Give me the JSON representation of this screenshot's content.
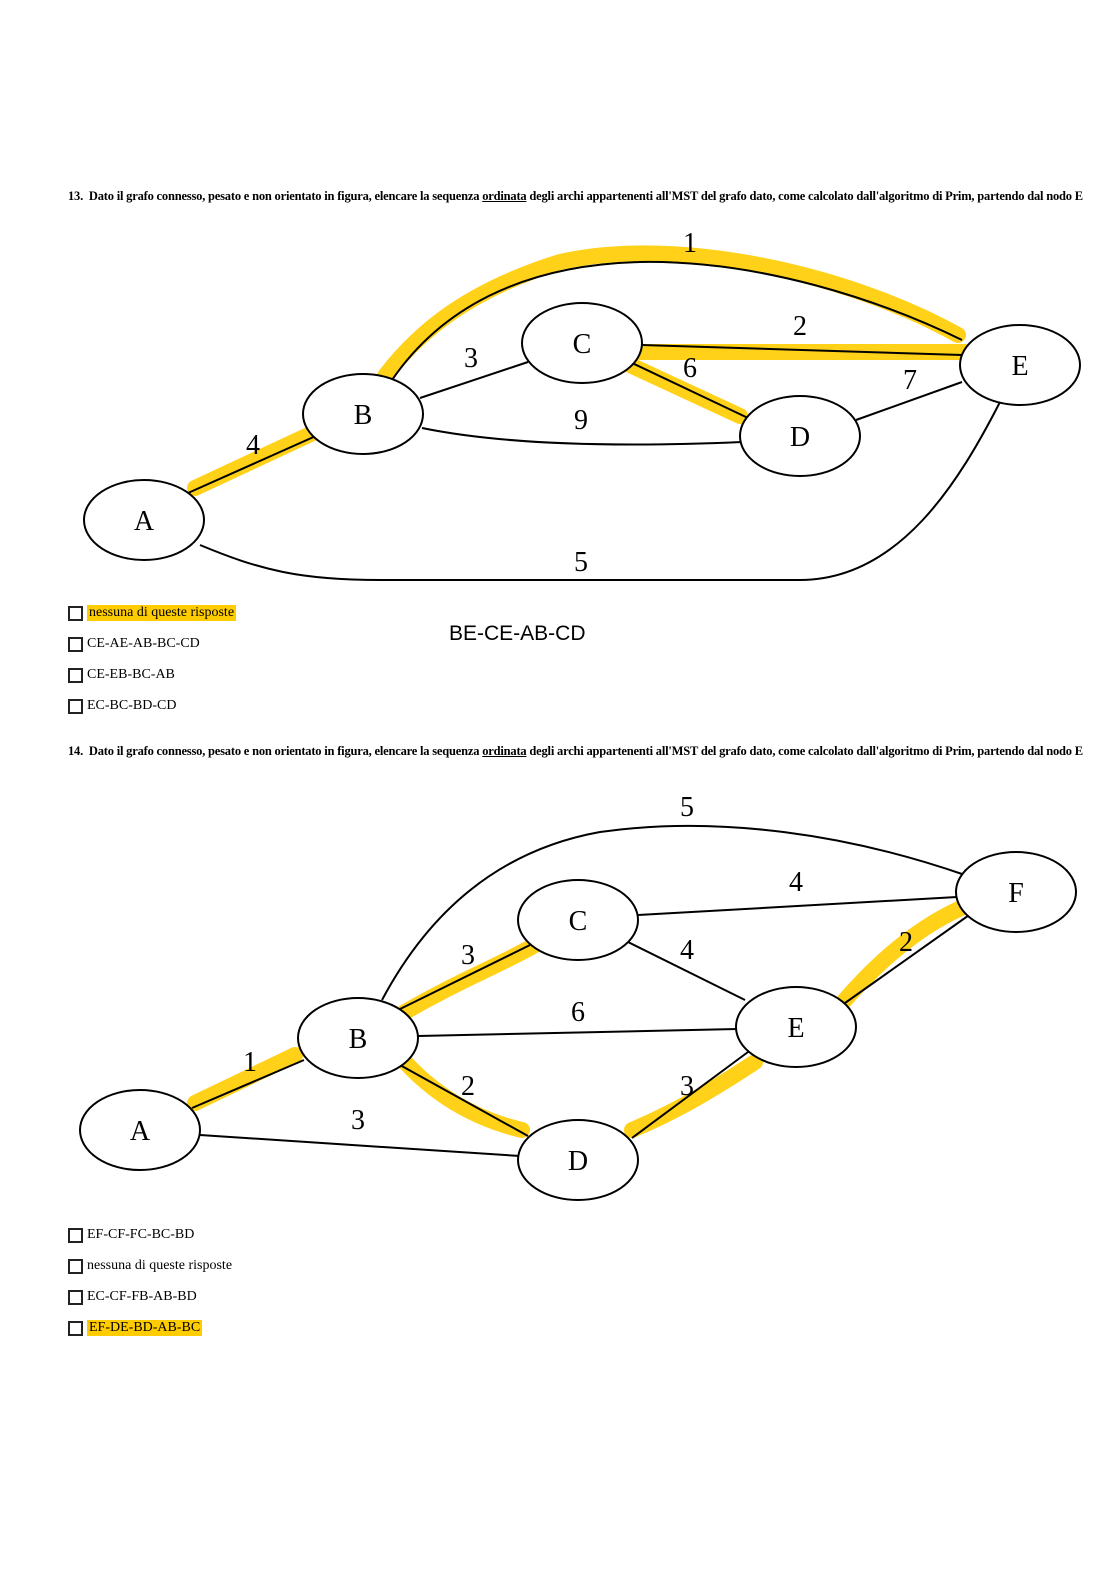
{
  "q13": {
    "number": "13.",
    "text_before": "Dato il grafo connesso, pesato e non orientato in figura, elencare la sequenza",
    "underlined": "ordinata",
    "text_after": "degli archi appartenenti all'MST del grafo dato, come calcolato dall'algoritmo di Prim, partendo dal nodo E",
    "graph": {
      "nodes": [
        "A",
        "B",
        "C",
        "D",
        "E"
      ],
      "edges": [
        {
          "edge": "AB",
          "weight": "4",
          "highlighted": true
        },
        {
          "edge": "BC",
          "weight": "3",
          "highlighted": false
        },
        {
          "edge": "BD",
          "weight": "9",
          "highlighted": false
        },
        {
          "edge": "CE",
          "weight": "2",
          "highlighted": true
        },
        {
          "edge": "CD",
          "weight": "6",
          "highlighted": true
        },
        {
          "edge": "DE",
          "weight": "7",
          "highlighted": false
        },
        {
          "edge": "BE",
          "weight": "1",
          "highlighted": true
        },
        {
          "edge": "AE",
          "weight": "5",
          "highlighted": false
        }
      ]
    },
    "options": [
      {
        "label": "nessuna di queste risposte",
        "highlighted": true
      },
      {
        "label": "CE-AE-AB-BC-CD",
        "highlighted": false
      },
      {
        "label": "CE-EB-BC-AB",
        "highlighted": false
      },
      {
        "label": "EC-BC-BD-CD",
        "highlighted": false
      }
    ],
    "handwritten_answer": "BE-CE-AB-CD"
  },
  "q14": {
    "number": "14.",
    "text_before": "Dato il grafo connesso, pesato e non orientato in figura, elencare la sequenza",
    "underlined": "ordinata",
    "text_after": "degli archi appartenenti all'MST del grafo dato, come calcolato dall'algoritmo di Prim, partendo dal nodo E",
    "graph": {
      "nodes": [
        "A",
        "B",
        "C",
        "D",
        "E",
        "F"
      ],
      "edges": [
        {
          "edge": "AB",
          "weight": "1",
          "highlighted": true
        },
        {
          "edge": "AD",
          "weight": "3",
          "highlighted": false
        },
        {
          "edge": "BC",
          "weight": "3",
          "highlighted": true
        },
        {
          "edge": "BE",
          "weight": "6",
          "highlighted": false
        },
        {
          "edge": "BD",
          "weight": "2",
          "highlighted": true
        },
        {
          "edge": "CF",
          "weight": "4",
          "highlighted": false
        },
        {
          "edge": "CE",
          "weight": "4",
          "highlighted": false
        },
        {
          "edge": "DE",
          "weight": "3",
          "highlighted": true
        },
        {
          "edge": "EF",
          "weight": "2",
          "highlighted": true
        },
        {
          "edge": "BF",
          "weight": "5",
          "highlighted": false
        }
      ]
    },
    "options": [
      {
        "label": "EF-CF-FC-BC-BD",
        "highlighted": false
      },
      {
        "label": "nessuna di queste risposte",
        "highlighted": false
      },
      {
        "label": "EC-CF-FB-AB-BD",
        "highlighted": false
      },
      {
        "label": "EF-DE-BD-AB-BC",
        "highlighted": true
      }
    ]
  },
  "colors": {
    "highlight": "#ffcc00"
  }
}
